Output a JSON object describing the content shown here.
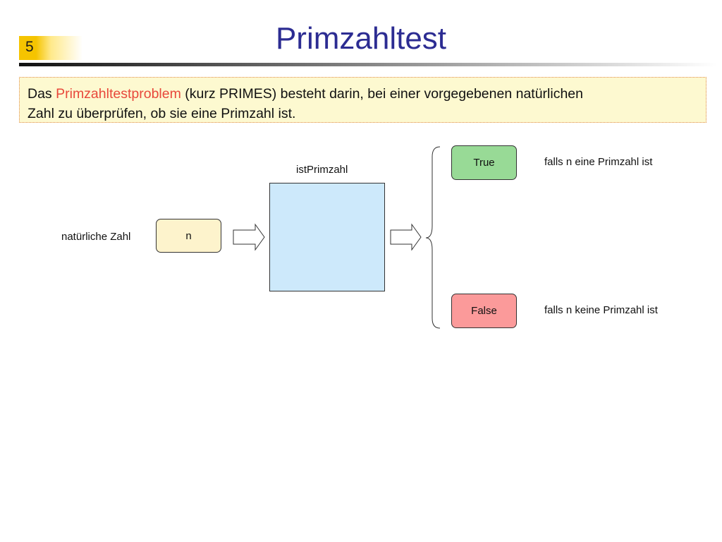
{
  "slide": {
    "number": "5",
    "title": "Primzahltest"
  },
  "definition": {
    "prefix": "Das ",
    "highlight": "Primzahltestproblem",
    "line1_rest": " (kurz PRIMES) besteht darin, bei einer vorgegebenen natürlichen",
    "line2": "Zahl zu überprüfen, ob sie eine Primzahl ist.",
    "highlight_color": "#e8483b"
  },
  "diagram": {
    "input_label": "natürliche Zahl",
    "input_value": "n",
    "process_label": "istPrimzahl",
    "true_label": "True",
    "false_label": "False",
    "true_description": "falls  n eine Primzahl ist",
    "false_description": "falls  n keine Primzahl ist",
    "colors": {
      "input_fill": "#fdf3cc",
      "process_fill": "#cde9fb",
      "true_fill": "#98da96",
      "false_fill": "#fb9a9a"
    }
  }
}
